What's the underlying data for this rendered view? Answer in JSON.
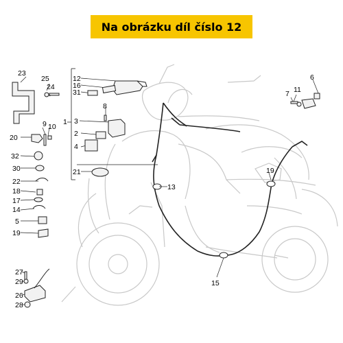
{
  "banner": {
    "title": "Na obrázku díl číslo 12",
    "color": "#f7c500"
  },
  "callouts": [
    "1",
    "2",
    "3",
    "4",
    "5",
    "6",
    "7",
    "8",
    "9",
    "10",
    "11",
    "12",
    "13",
    "14",
    "15",
    "16",
    "17",
    "18",
    "19",
    "19",
    "20",
    "21",
    "22",
    "23",
    "24",
    "25",
    "26",
    "27",
    "28",
    "29",
    "30",
    "31",
    "32"
  ],
  "colors": {
    "line": "#222222",
    "ghost": "#c8c8c8",
    "part_fill": "#f2f2f2"
  }
}
